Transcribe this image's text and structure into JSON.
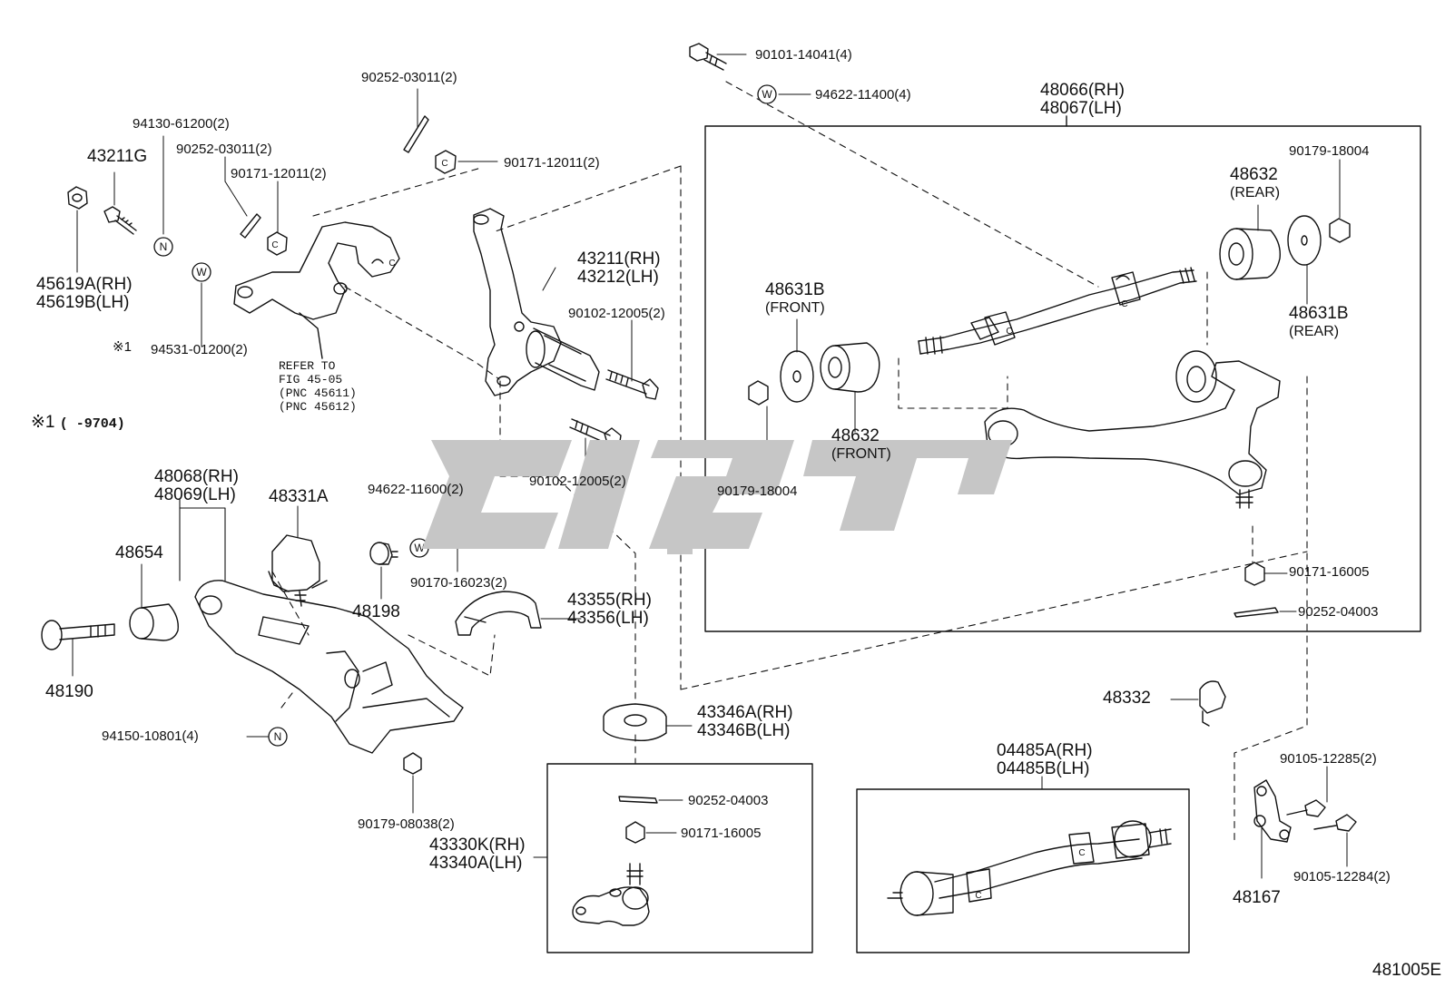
{
  "diagram_id": "481005E",
  "footnote": {
    "mark": "※1",
    "range": "(       -9704)"
  },
  "refer_note": [
    "REFER TO",
    "FIG 45-05",
    "(PNC 45611)",
    "(PNC 45612)"
  ],
  "labels": {
    "p43211g": "43211G",
    "p94130": "94130-61200(2)",
    "p90252_a": "90252-03011(2)",
    "p90171_a": "90171-12011(2)",
    "p90252_b": "90252-03011(2)",
    "p90171_b": "90171-12011(2)",
    "p45619a": "45619A(RH)",
    "p45619b": "45619B(LH)",
    "p94531_mark": "※1",
    "p94531": "94531-01200(2)",
    "p43211rh": "43211(RH)",
    "p43212lh": "43212(LH)",
    "p90102_a": "90102-12005(2)",
    "p90102_b": "90102-12005(2)",
    "p90101": "90101-14041(4)",
    "p94622_top": "94622-11400(4)",
    "p48066": "48066(RH)",
    "p48067": "48067(LH)",
    "p90179_r": "90179-18004",
    "p48632_rear": "48632",
    "p48632_rear_q": "(REAR)",
    "p48631b_rear": "48631B",
    "p48631b_rear_q": "(REAR)",
    "p48631b_front": "48631B",
    "p48631b_front_q": "(FRONT)",
    "p48632_front": "48632",
    "p48632_front_q": "(FRONT)",
    "p90179_l": "90179-18004",
    "p90171_16005_a": "90171-16005",
    "p90252_04003_a": "90252-04003",
    "p48068": "48068(RH)",
    "p48069": "48069(LH)",
    "p48331a": "48331A",
    "p48654": "48654",
    "p48190": "48190",
    "p94150": "94150-10801(4)",
    "p90179_08038": "90179-08038(2)",
    "p48198": "48198",
    "p94622_116": "94622-11600(2)",
    "p90170": "90170-16023(2)",
    "p43355": "43355(RH)",
    "p43356": "43356(LH)",
    "p43346a": "43346A(RH)",
    "p43346b": "43346B(LH)",
    "p90252_04003_b": "90252-04003",
    "p90171_16005_b": "90171-16005",
    "p43330k": "43330K(RH)",
    "p43340a": "43340A(LH)",
    "p04485a": "04485A(RH)",
    "p04485b": "04485B(LH)",
    "p48332": "48332",
    "p90105_12285": "90105-12285(2)",
    "p90105_12284": "90105-12284(2)",
    "p48167": "48167"
  },
  "markers": {
    "n": "N",
    "w": "W",
    "c": "C"
  },
  "colors": {
    "line": "#111111",
    "watermark": "#c6c6c6",
    "background": "#ffffff"
  },
  "icons": [
    "bolt-icon",
    "nut-icon",
    "washer-icon",
    "cotter-pin-icon",
    "bushing-icon",
    "control-arm-icon",
    "knuckle-icon",
    "ball-joint-icon",
    "bump-stopper-icon",
    "stabilizer-bracket-icon"
  ]
}
